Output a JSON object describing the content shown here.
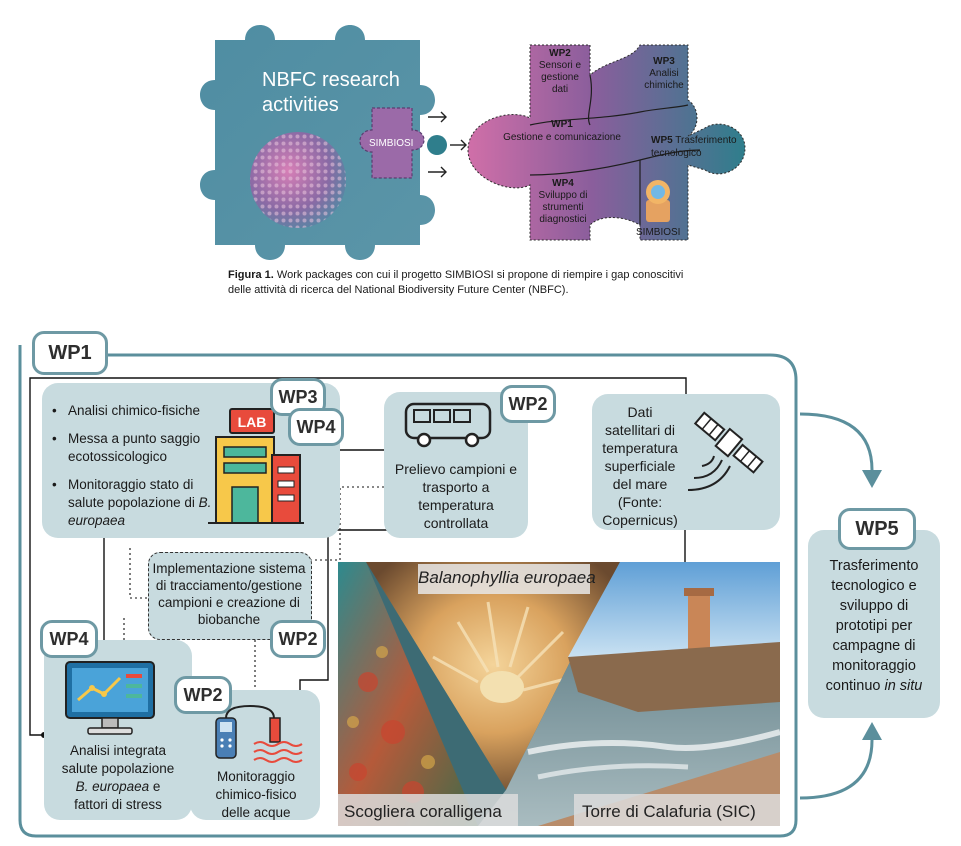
{
  "figure1": {
    "nbfc_title_line1": "NBFC research",
    "nbfc_title_line2": "activities",
    "simbiosi_piece": "SIMBIOSI",
    "wp2_code": "WP2",
    "wp2_label": "Sensori e gestione dati",
    "wp3_code": "WP3",
    "wp3_label": "Analisi chimiche",
    "wp1_code": "WP1",
    "wp1_label": "Gestione e comunicazione",
    "wp5_code": "WP5",
    "wp5_label": "Trasferimento tecnologico",
    "wp4_code": "WP4",
    "wp4_label": "Sviluppo di strumenti diagnostici",
    "simbiosi_corner": "SIMBIOSI",
    "caption_bold": "Figura 1.",
    "caption_line1": " Work packages con cui il progetto SIMBIOSI si propone di riempire  i gap conoscitivi",
    "caption_line2": "delle attività di ricerca del National Biodiversity Future Center (NBFC)."
  },
  "diagram": {
    "wp1_tag": "WP1",
    "lab_box": {
      "items": [
        "Analisi chimico-fisiche",
        "Messa a punto saggio ecotossicologico",
        "Monitoraggio stato di salute popolazione di"
      ],
      "item3_italic": "B. europaea",
      "tag_a": "WP3",
      "tag_b": "WP4",
      "lab_sign": "LAB"
    },
    "transport_box": {
      "tag": "WP2",
      "text": "Prelievo campioni e trasporto a temperatura controllata"
    },
    "satellite_box": {
      "text": "Dati satellitari di temperatura superficiale del mare (Fonte: Copernicus)"
    },
    "tracking_box": {
      "text": "Implementazione sistema di tracciamento/gestione campioni e creazione di biobanche",
      "tag": "WP2"
    },
    "analysis_box": {
      "tag": "WP4",
      "line1": "Analisi integrata",
      "line2": "salute popolazione",
      "line3_italic": "B. europaea",
      "line3_rest": " e",
      "line4": "fattori di stress"
    },
    "water_box": {
      "tag": "WP2",
      "text": "Monitoraggio chimico-fisico delle acque"
    },
    "photos": {
      "top_label": "Balanophyllia europaea",
      "left_label": "Scogliera coralligena",
      "right_label": "Torre di Calafuria (SIC)"
    },
    "wp5_box": {
      "tag": "WP5",
      "text_a": "Trasferimento tecnologico e sviluppo di prototipi per campagne di monitoraggio continuo ",
      "text_italic": "in situ"
    }
  },
  "colors": {
    "box_fill": "#c8dbdf",
    "tag_border": "#6e99a4",
    "frame": "#5b8f9c"
  }
}
